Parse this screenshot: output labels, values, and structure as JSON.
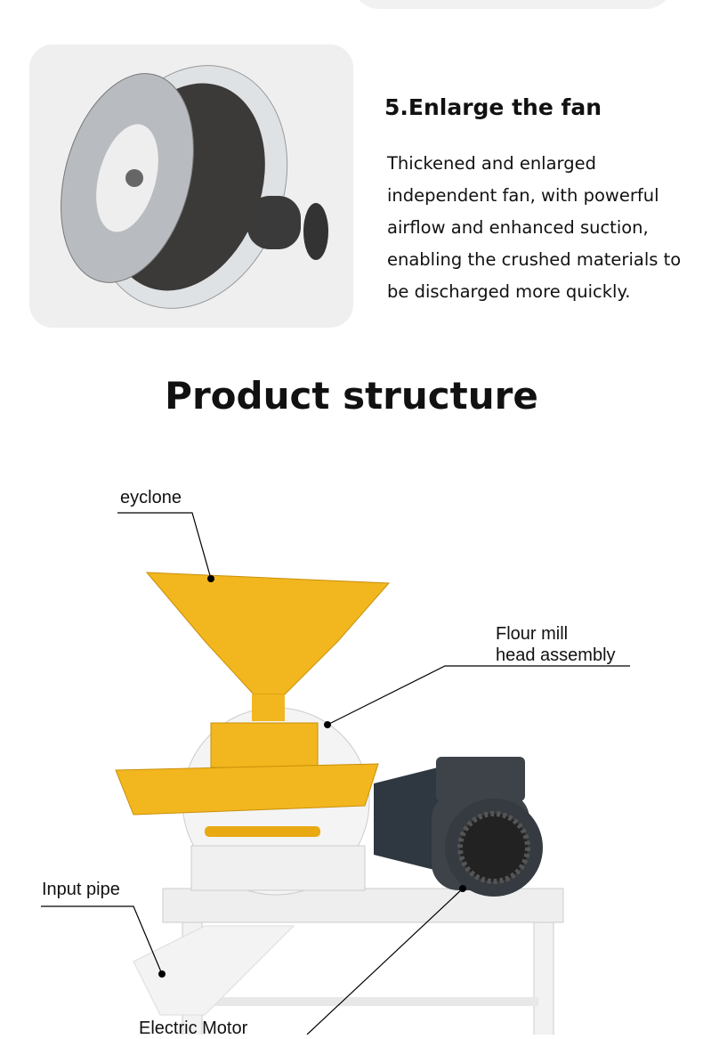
{
  "feature": {
    "title": "5.Enlarge the fan",
    "description": "Thickened and enlarged independent fan, with powerful airflow and enhanced suction, enabling the crushed materials to be discharged more quickly."
  },
  "structure": {
    "title": "Product structure",
    "labels": {
      "cyclone": "eyclone",
      "head": "Flour mill head assembly",
      "head_line1": "Flour mill",
      "head_line2": "head assembly",
      "input": "Input pipe",
      "motor": "Electric Motor"
    }
  },
  "colors": {
    "yellow": "#f2b71e",
    "motor": "#3d4348"
  }
}
